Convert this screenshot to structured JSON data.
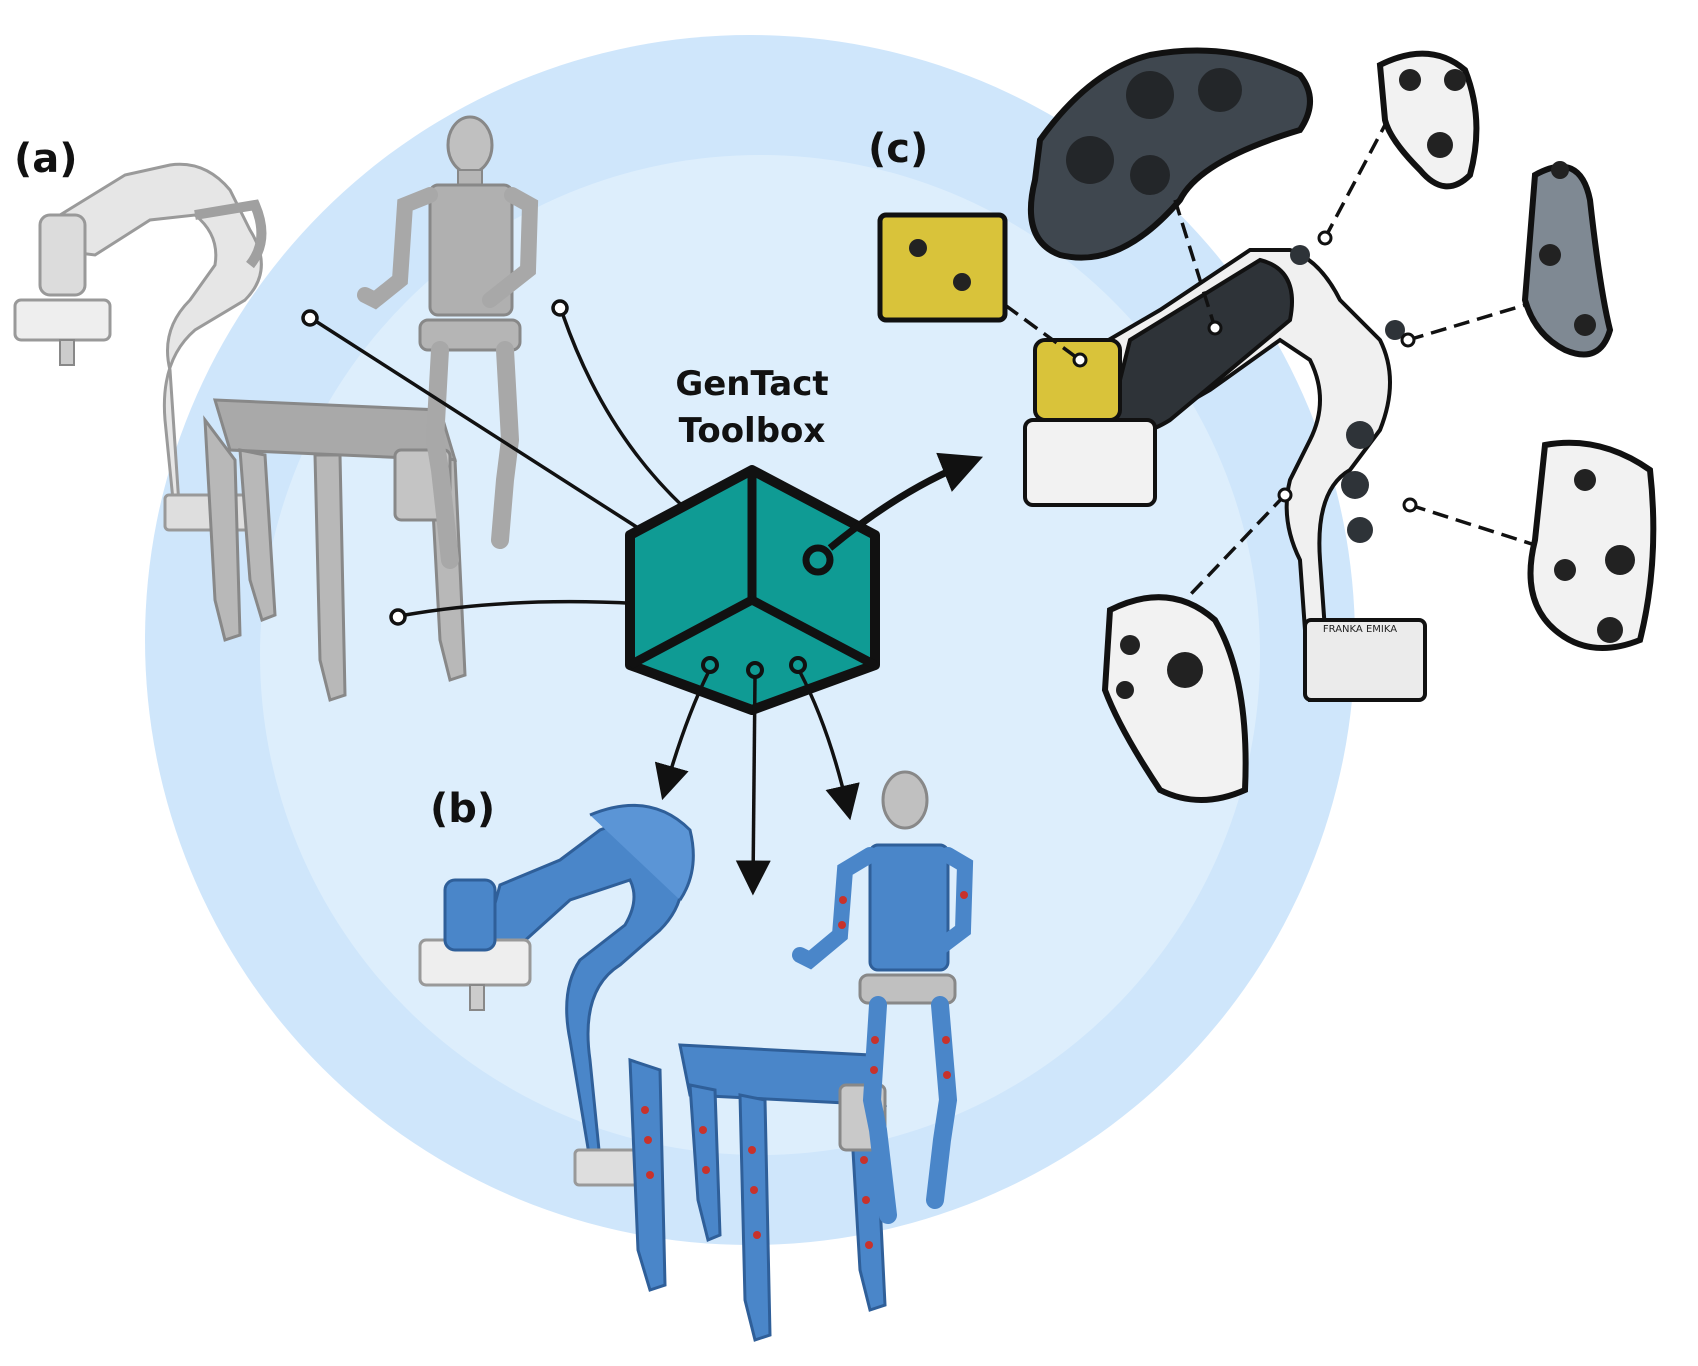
{
  "labels": {
    "a": "(a)",
    "b": "(b)",
    "c": "(c)"
  },
  "toolbox": {
    "line1": "GenTact",
    "line2": "Toolbox"
  },
  "robot_real": {
    "brand": "FRANKA EMIKA"
  },
  "colors": {
    "outer_circle": "#cfe6fb",
    "inner_circle": "#ddeefc",
    "cube_face": "#0f9b94",
    "cube_stroke": "#111111",
    "robot_grey": "#b7b7b7",
    "robot_light": "#e6e6e6",
    "robot_blue": "#4a86c9",
    "skin_dots": "#c8322c",
    "skin_white": "#f2f2f2",
    "skin_dark": "#2e3338",
    "skin_yellow": "#d9c33a",
    "skin_slate": "#7f8993"
  },
  "icons": [
    "cube-icon",
    "arrow-icon",
    "quadruped-icon",
    "humanoid-icon",
    "robot-arm-icon",
    "sensor-pad-icon"
  ]
}
